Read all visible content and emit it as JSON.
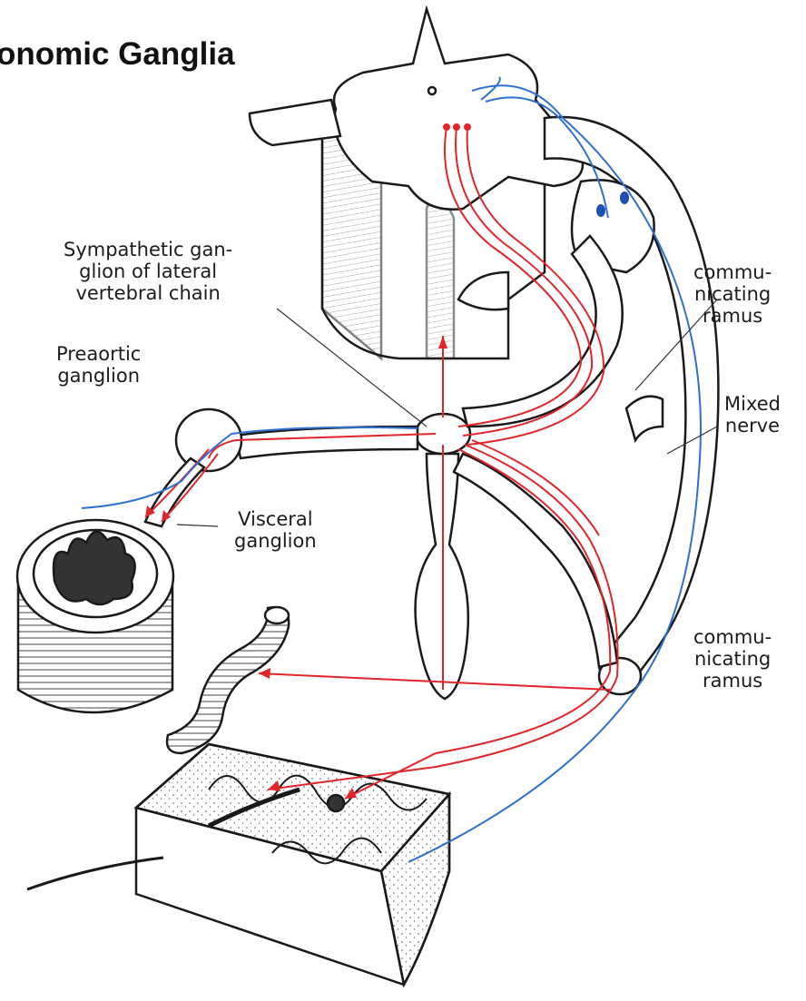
{
  "title": "onomic Ganglia",
  "labels": {
    "sympathetic_ganglion": [
      "Sympathetic gan-",
      "glion of lateral",
      "vertebral chain"
    ],
    "preaortic_ganglion": [
      "Preaortic",
      "ganglion"
    ],
    "visceral_ganglion": [
      "Visceral",
      "ganglion"
    ],
    "communicating_ramus_upper": [
      "commu-",
      "nicating",
      "ramus"
    ],
    "mixed_nerve": [
      "Mixed",
      "nerve"
    ],
    "communicating_ramus_lower": [
      "commu-",
      "nicating",
      "ramus"
    ]
  },
  "colors": {
    "line": "#1a1a1a",
    "sympathetic": "#e0262b",
    "sensory": "#2f6fd0",
    "sensory_neuron": "#1f4fb0",
    "fill": "#ffffff"
  }
}
